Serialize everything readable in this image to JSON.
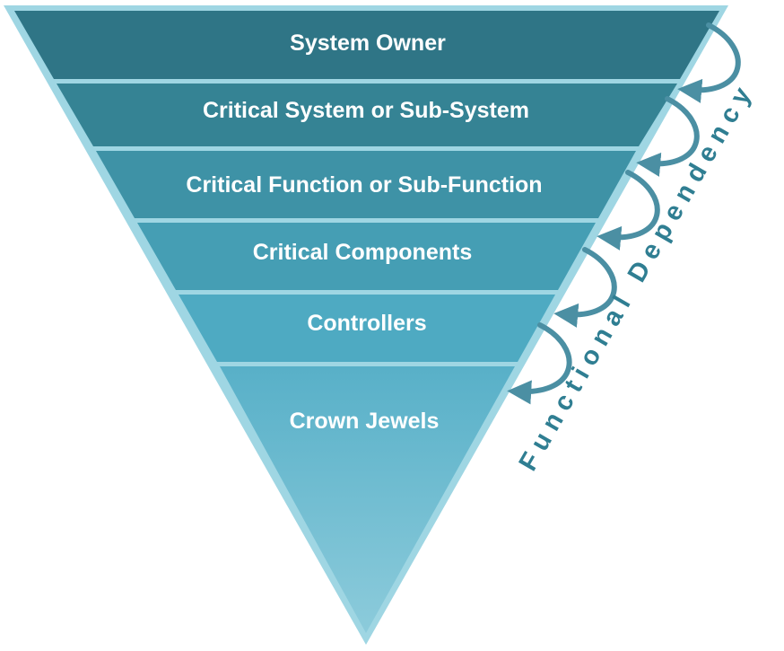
{
  "diagram": {
    "tiers": [
      {
        "label": "System Owner",
        "color": "#2f7586"
      },
      {
        "label": "Critical System or Sub-System",
        "color": "#358394"
      },
      {
        "label": "Critical Function or Sub-Function",
        "color": "#3e92a6"
      },
      {
        "label": "Critical Components",
        "color": "#459eb4"
      },
      {
        "label": "Controllers",
        "color": "#4eaac2"
      },
      {
        "label": "Crown Jewels",
        "color": "#58b0c8"
      }
    ],
    "side_label": "Functional Dependency",
    "colors": {
      "outline": "#9fd6e3",
      "arrow": "#4b8fa3",
      "side_label": "#2f7e92",
      "tip": "#8ccbdb"
    }
  }
}
